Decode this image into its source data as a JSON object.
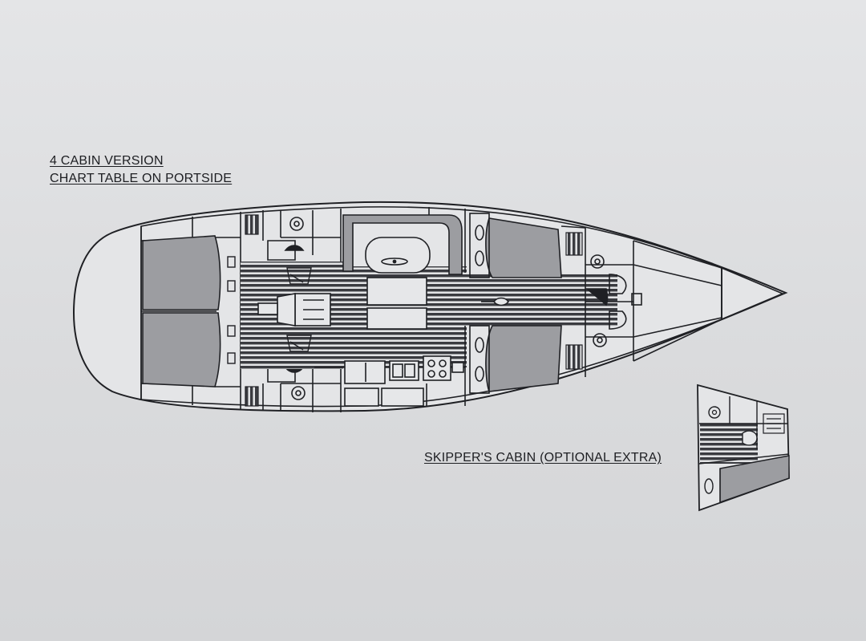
{
  "title": {
    "line1": "4 CABIN VERSION",
    "line2": "CHART TABLE ON PORTSIDE"
  },
  "inset": {
    "label": "SKIPPER'S CABIN (OPTIONAL EXTRA)"
  },
  "colors": {
    "paper": "#dedfe1",
    "ink": "#1f2024",
    "berth_fill": "#9c9da1",
    "floor_fill": "#3a3b40"
  }
}
